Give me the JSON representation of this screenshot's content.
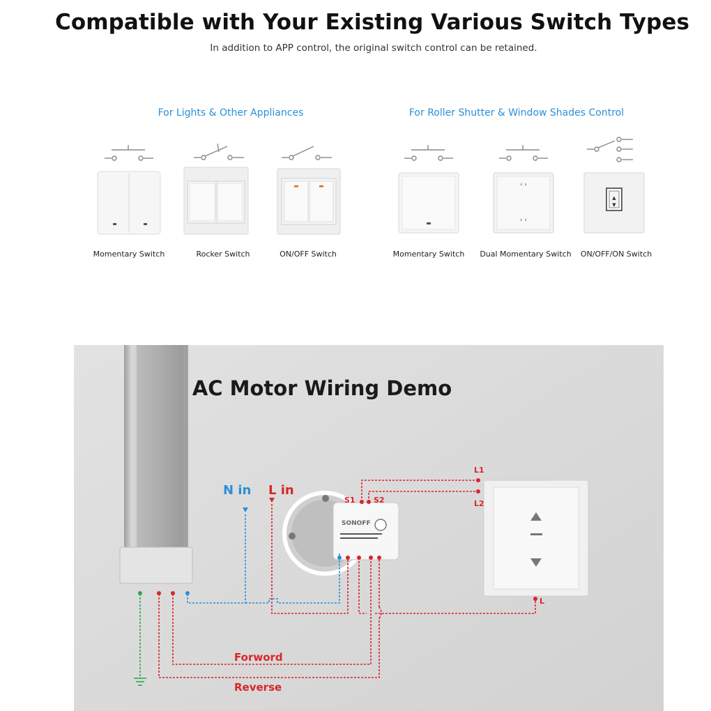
{
  "header": {
    "title": "Compatible with Your Existing Various Switch Types",
    "subtitle": "In addition to APP control, the original switch control can be retained."
  },
  "groups": [
    {
      "heading": "For Lights & Other Appliances",
      "switches": [
        {
          "label": "Momentary Switch"
        },
        {
          "label": "Rocker Switch"
        },
        {
          "label": "ON/OFF Switch"
        }
      ]
    },
    {
      "heading": "For Roller Shutter & Window Shades Control",
      "switches": [
        {
          "label": "Momentary Switch"
        },
        {
          "label": "Dual Momentary Switch"
        },
        {
          "label": "ON/OFF/ON Switch"
        }
      ]
    }
  ],
  "demo": {
    "title": "AC Motor Wiring Demo",
    "n_in": "N in",
    "l_in": "L in",
    "s1": "S1",
    "s2": "S2",
    "l1": "L1",
    "l2": "L2",
    "l": "L",
    "forward": "Forword",
    "reverse": "Reverse",
    "brand": "SONOFF"
  },
  "colors": {
    "accent_blue": "#2b8fd6",
    "wire_red": "#d9252a",
    "wire_blue": "#2a8fd8",
    "wire_green": "#2aa84a"
  }
}
